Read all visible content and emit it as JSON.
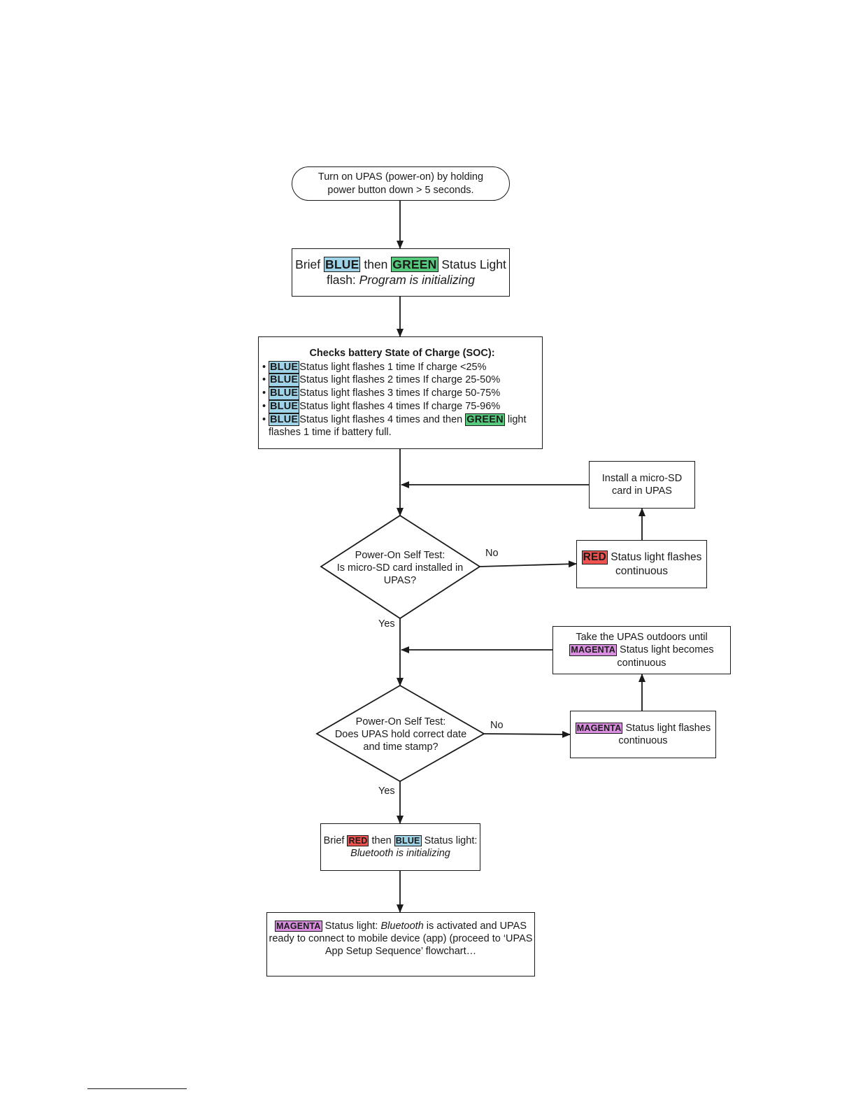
{
  "nodes": {
    "start": {
      "line1": "Turn  on UPAS (power-on) by holding",
      "line2": "power button down > 5 seconds."
    },
    "init": {
      "pre": "Brief ",
      "tag1": "BLUE",
      "mid": " then ",
      "tag2": "GREEN",
      "post": " Status Light",
      "line2_pre": "flash: ",
      "line2_italic": "Program is initializing"
    },
    "soc": {
      "title": "Checks battery State of Charge (SOC):",
      "items": [
        {
          "tag": "BLUE",
          "text": "Status light flashes 1 time If charge <25%"
        },
        {
          "tag": "BLUE",
          "text": "Status light flashes 2 times If charge 25-50%"
        },
        {
          "tag": "BLUE",
          "text": "Status light flashes 3 times If charge 50-75%"
        },
        {
          "tag": "BLUE",
          "text": "Status light flashes 4 times If charge 75-96%"
        },
        {
          "tag": "BLUE",
          "text": "Status light flashes 4 times and then ",
          "tag2": "GREEN",
          "text2": " light"
        }
      ],
      "last_line": "flashes 1 time if battery full."
    },
    "sd_install": {
      "line1": "Install a micro-SD",
      "line2": "card in UPAS"
    },
    "sd_decision": {
      "line1": "Power-On Self Test:",
      "line2": "Is micro-SD card installed in",
      "line3": "UPAS?"
    },
    "sd_error": {
      "tag": "RED",
      "text": " Status light flashes",
      "line2": "continuous"
    },
    "outdoors": {
      "line1": "Take the UPAS outdoors until",
      "tag": "MAGENTA",
      "text": " Status light becomes",
      "line3": "continuous"
    },
    "date_decision": {
      "line1": "Power-On Self Test:",
      "line2": "Does UPAS hold correct date",
      "line3": "and time stamp?"
    },
    "date_error": {
      "tag": "MAGENTA",
      "text": " Status light flashes",
      "line2": "continuous"
    },
    "bt_init": {
      "pre": "Brief ",
      "tag1": "RED",
      "mid": " then ",
      "tag2": "BLUE",
      "post": " Status light:",
      "line2_italic": "Bluetooth",
      "line2_post": " is initializing"
    },
    "ready": {
      "tag": "MAGENTA",
      "pre": " Status light: ",
      "italic": "Bluetooth",
      "post": " is activated and UPAS",
      "line2": "ready to connect to mobile device (app) (proceed to ‘UPAS",
      "line3": "App Setup Sequence’ flowchart…"
    }
  },
  "edge_labels": {
    "sd_no": "No",
    "sd_yes": "Yes",
    "date_no": "No",
    "date_yes": "Yes"
  },
  "colors": {
    "blue_tag": "#9fd4e8",
    "green_tag": "#56c97c",
    "red_tag": "#f0534f",
    "magenta_tag": "#d98ee0",
    "line": "#1a1a1a"
  }
}
